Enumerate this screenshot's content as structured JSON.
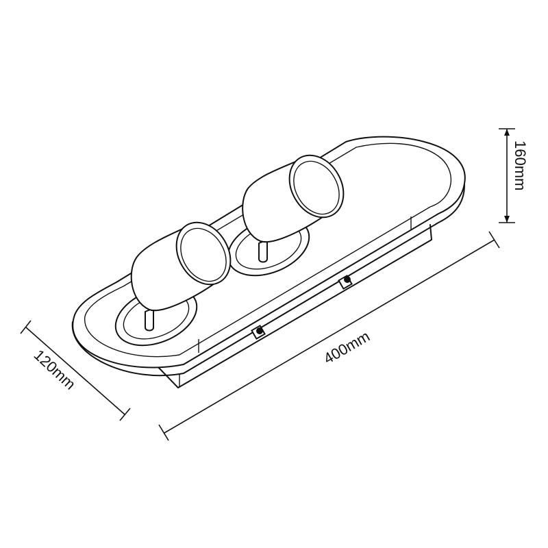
{
  "dimensions": {
    "height": "160mm",
    "length": "400mm",
    "depth": "120mm"
  },
  "colors": {
    "line": "#111111",
    "background": "#ffffff"
  }
}
